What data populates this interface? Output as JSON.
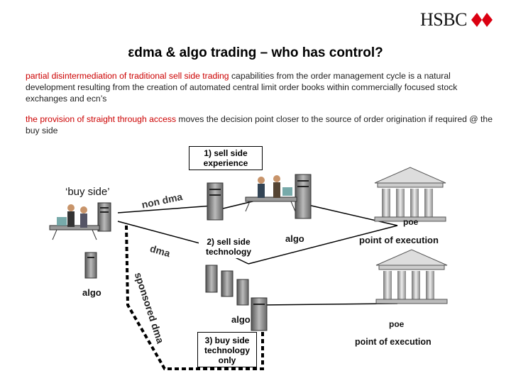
{
  "brand": {
    "logo_text": "HSBC",
    "accent_color": "#db0011"
  },
  "title": "εdma & algo trading – who has control?",
  "para1": {
    "highlight": "partial disintermediation of traditional sell side trading",
    "rest": " capabilities from the order management cycle is a natural development resulting from the creation of automated central limit order books within commercially focused stock exchanges and ecn’s"
  },
  "para2": {
    "highlight": "the provision of straight through access",
    "rest": " moves the decision point closer to the source of order origination if required @ the buy side"
  },
  "diagram": {
    "sell_side_experience": "1) sell side experience",
    "buy_side": "‘buy side’",
    "non_dma": "non dma",
    "poe_top": "poe",
    "algo_mid": "algo",
    "point_of_execution_top": "point of execution",
    "dma": "dma",
    "sell_side_technology": "2) sell side technology",
    "algo_left": "algo",
    "sponsored_dma": "sponsored dma",
    "algo_bottom": "algo",
    "poe_bottom": "poe",
    "buy_side_technology": "3) buy side technology only",
    "point_of_execution_bottom": "point of execution"
  }
}
